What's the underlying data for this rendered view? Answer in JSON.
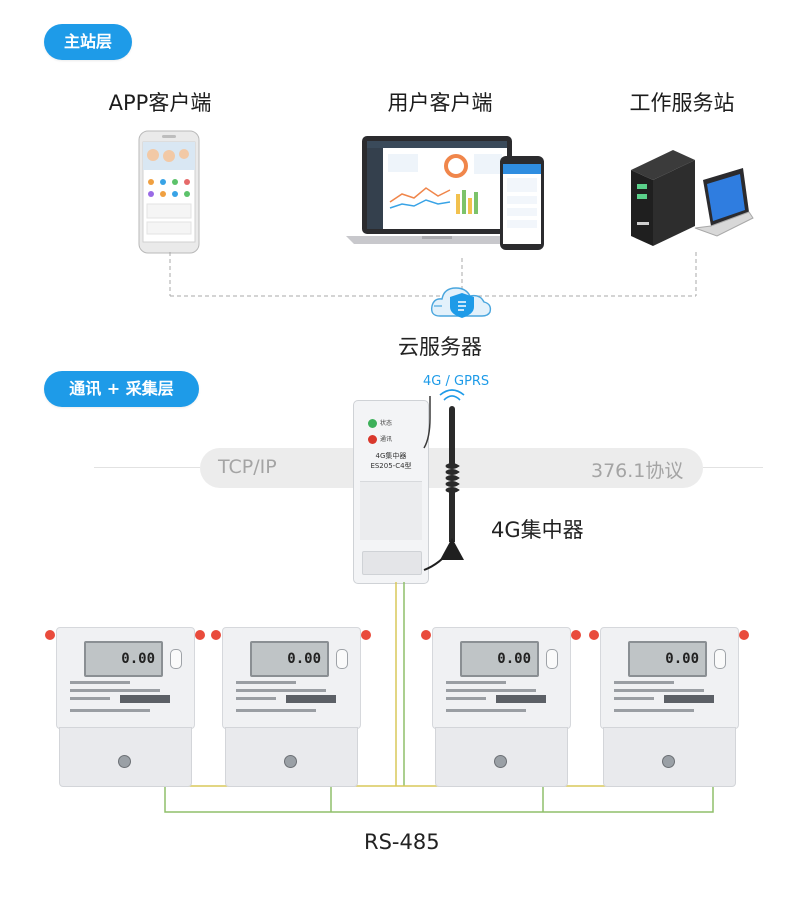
{
  "layers": {
    "master": "主站层",
    "comm": "通讯 + 采集层"
  },
  "clients": {
    "app": "APP客户端",
    "user": "用户客户端",
    "workstation": "工作服务站"
  },
  "cloud_server": "云服务器",
  "protocol": {
    "left": "TCP/IP",
    "right": "376.1协议"
  },
  "wireless": "4G / GPRS",
  "concentrator": {
    "label": "4G集中器",
    "device_name": "4G集中器",
    "device_model": "ES205-C4型",
    "led1": "状态",
    "led2": "通讯"
  },
  "bus_label": "RS-485",
  "meter_reading": "0.00",
  "colors": {
    "accent": "#1e9be8",
    "wire_yellow": "#d9c85a",
    "wire_green": "#8fbf6a"
  }
}
